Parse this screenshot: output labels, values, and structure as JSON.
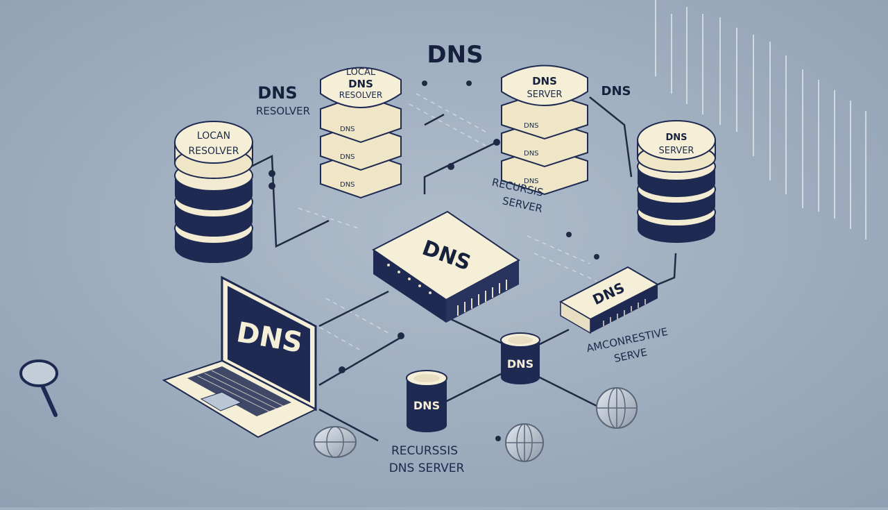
{
  "diagram": {
    "title": "DNS",
    "labels": {
      "dns_resolver_top": "DNS",
      "dns_resolver_bottom": "RESOLVER",
      "dns_right": "DNS",
      "recursive_server_1": "RECURSIS",
      "recursive_server_2": "SERVER",
      "recursive_dns_1": "RECURSSIS",
      "recursive_dns_2": "DNS SERVER",
      "authoritative_1": "AMCONRESTIVE",
      "authoritative_2": "SERVE"
    },
    "nodes": {
      "local_resolver_left": {
        "line1": "LOCAN",
        "line2": "RESOLVER"
      },
      "local_dns_resolver": {
        "line1": "LOCAL",
        "line2": "DNS",
        "line3": "RESOLVER",
        "disk_label": "DNS"
      },
      "dns_server_center": {
        "line1": "DNS",
        "line2": "SERVER",
        "disk_label": "DNS"
      },
      "dns_server_right": {
        "line1": "DNS",
        "line2": "SERVER"
      },
      "central_router": {
        "label": "DNS"
      },
      "small_switch": {
        "label": "DNS"
      },
      "laptop": {
        "screen_label": "DNS"
      },
      "cylinder_mid": {
        "label": "DNS"
      },
      "cylinder_low": {
        "label": "DNS"
      }
    },
    "colors": {
      "background": "#9fafbf",
      "node_fill": "#f4ecd2",
      "dark_navy": "#1e2a52",
      "line": "#1f2a44"
    }
  }
}
